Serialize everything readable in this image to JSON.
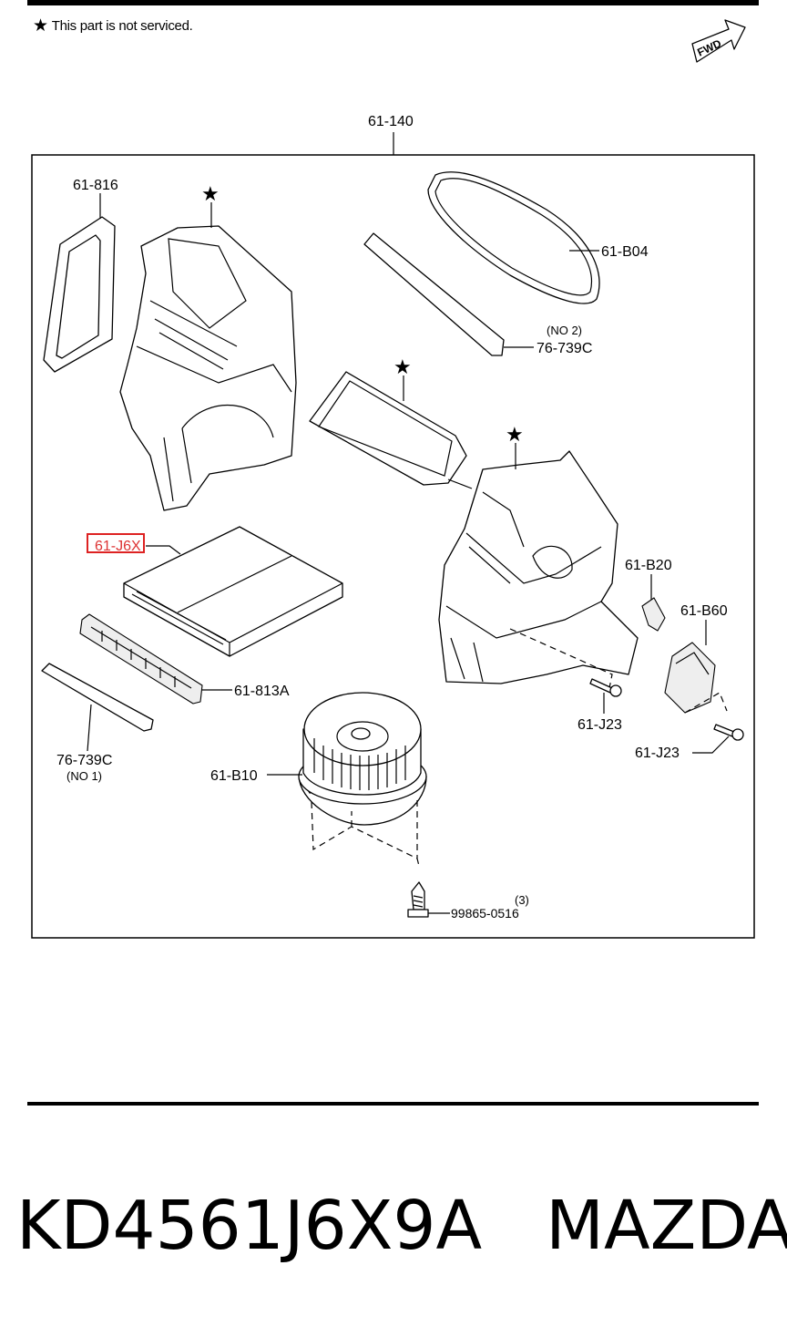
{
  "header": {
    "note": "This part is not serviced.",
    "fwd_label": "FWD"
  },
  "labels": {
    "assembly": "61-140",
    "p816": "61-816",
    "pB04": "61-B04",
    "no2": "(NO 2)",
    "p739c_top": "76-739C",
    "pJ6X": "61-J6X",
    "pB20": "61-B20",
    "pB60": "61-B60",
    "p813A": "61-813A",
    "pJ23_a": "61-J23",
    "pJ23_b": "61-J23",
    "p739c_bottom": "76-739C",
    "no1": "(NO 1)",
    "pB10": "61-B10",
    "qty3": "(3)",
    "screw": "99865-0516"
  },
  "footer": {
    "part_number": "KD4561J6X9A",
    "brand": "MAZDA"
  }
}
